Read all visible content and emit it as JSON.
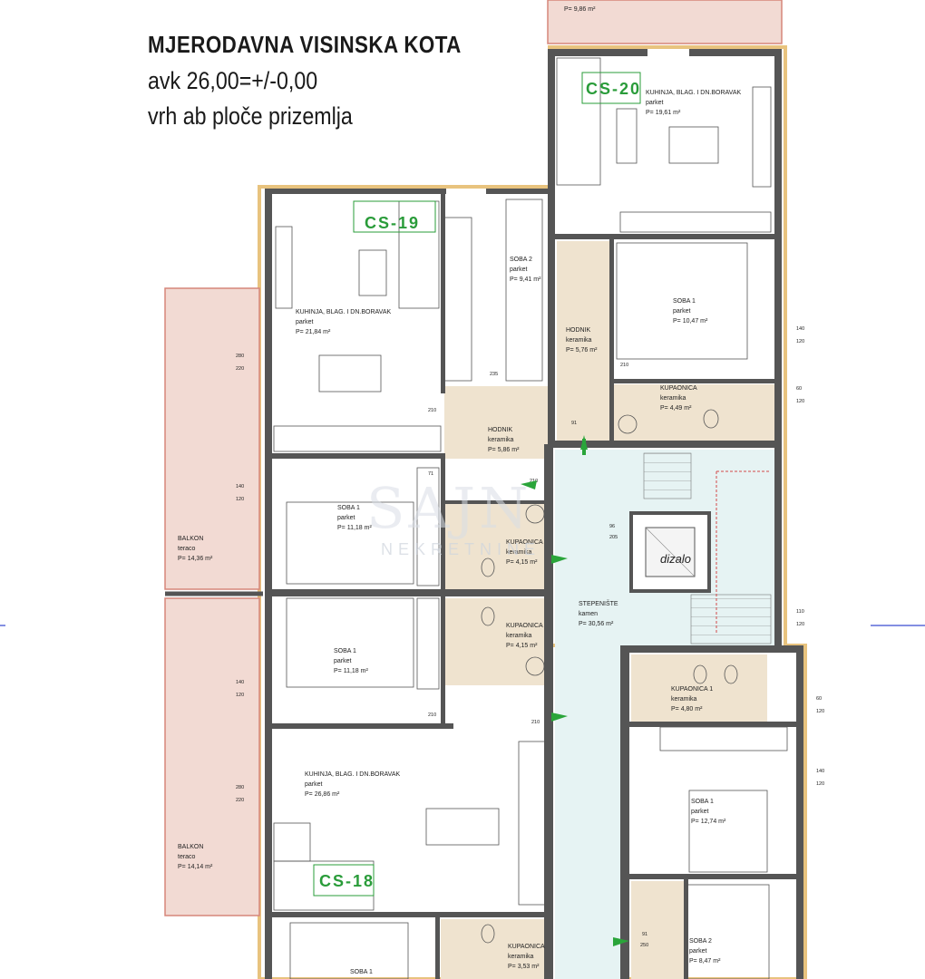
{
  "header": {
    "title": "MJERODAVNA VISINSKA KOTA",
    "line2": "avk 26,00=+/-0,00",
    "line3": "vrh ab ploče prizemlja"
  },
  "units": {
    "cs19": "CS-19",
    "cs20": "CS-20",
    "cs18": "CS-18"
  },
  "watermark": {
    "brand": "SAJN",
    "sub": "NEKRETNINE"
  },
  "rooms": {
    "top_balcony_area": "P= 9,86 m²",
    "cs20_kitchen_name": "KUHINJA, BLAG. I DN.BORAVAK",
    "cs20_kitchen_floor": "parket",
    "cs20_kitchen_area": "P= 19,61 m²",
    "cs20_room1_name": "SOBA 1",
    "cs20_room1_floor": "parket",
    "cs20_room1_area": "P= 10,47 m²",
    "cs20_hall_name": "HODNIK",
    "cs20_hall_floor": "keramika",
    "cs20_hall_area": "P= 5,76 m²",
    "cs20_bath_name": "KUPAONICA",
    "cs20_bath_floor": "keramika",
    "cs20_bath_area": "P= 4,49 m²",
    "cs19_kitchen_name": "KUHINJA, BLAG. I DN.BORAVAK",
    "cs19_kitchen_floor": "parket",
    "cs19_kitchen_area": "P= 21,84 m²",
    "cs19_room2_name": "SOBA 2",
    "cs19_room2_floor": "parket",
    "cs19_room2_area": "P= 9,41 m²",
    "cs19_hall_name": "HODNIK",
    "cs19_hall_floor": "keramika",
    "cs19_hall_area": "P= 5,86 m²",
    "cs19_room1_name": "SOBA 1",
    "cs19_room1_floor": "parket",
    "cs19_room1_area": "P= 11,18 m²",
    "cs19_bath_name": "KUPAONICA",
    "cs19_bath_floor": "keramika",
    "cs19_bath_area": "P= 4,15 m²",
    "balcony1_name": "BALKON",
    "balcony1_floor": "teraco",
    "balcony1_area": "P= 14,36 m²",
    "lift": "dizalo",
    "stairs_name": "STEPENIŠTE",
    "stairs_floor": "kamen",
    "stairs_area": "P= 30,56 m²",
    "cs18_bath_name": "KUPAONICA",
    "cs18_bath_floor": "keramika",
    "cs18_bath_area": "P= 4,15 m²",
    "cs18_room1_name": "SOBA 1",
    "cs18_room1_floor": "parket",
    "cs18_room1_area": "P= 11,18 m²",
    "cs18_kitchen_name": "KUHINJA, BLAG. I DN.BORAVAK",
    "cs18_kitchen_floor": "parket",
    "cs18_kitchen_area": "P= 26,86 m²",
    "balcony2_name": "BALKON",
    "balcony2_floor": "teraco",
    "balcony2_area": "P= 14,14 m²",
    "right_bath_name": "KUPAONICA 1",
    "right_bath_floor": "keramika",
    "right_bath_area": "P= 4,80 m²",
    "right_room1_name": "SOBA 1",
    "right_room1_floor": "parket",
    "right_room1_area": "P= 12,74 m²",
    "right_room2_name": "SOBA 2",
    "right_room2_floor": "parket",
    "right_room2_area": "P= 8,47 m²",
    "bottom_room_name": "SOBA 1",
    "bottom_bath_name": "KUPAONICA",
    "bottom_bath_floor": "keramika",
    "bottom_bath_area": "P= 3,53 m²"
  },
  "dimensions": {
    "d_140": "140",
    "d_120": "120",
    "d_280": "280",
    "d_220": "220",
    "d_210": "210",
    "d_60": "60",
    "d_91": "91",
    "d_96": "96",
    "d_205": "205",
    "d_110": "110",
    "d_71": "71",
    "d_250": "250",
    "d_235": "235"
  },
  "colors": {
    "wall": "#555555",
    "balcony_fill": "#f2dad3",
    "balcony_stroke": "#d6867a",
    "outline": "#e8c37e",
    "unit_label": "#2a9c3a",
    "stairs_fill": "#e6f3f3",
    "wet_fill": "#efe3cf",
    "entry_arrow": "#2aa53a"
  }
}
